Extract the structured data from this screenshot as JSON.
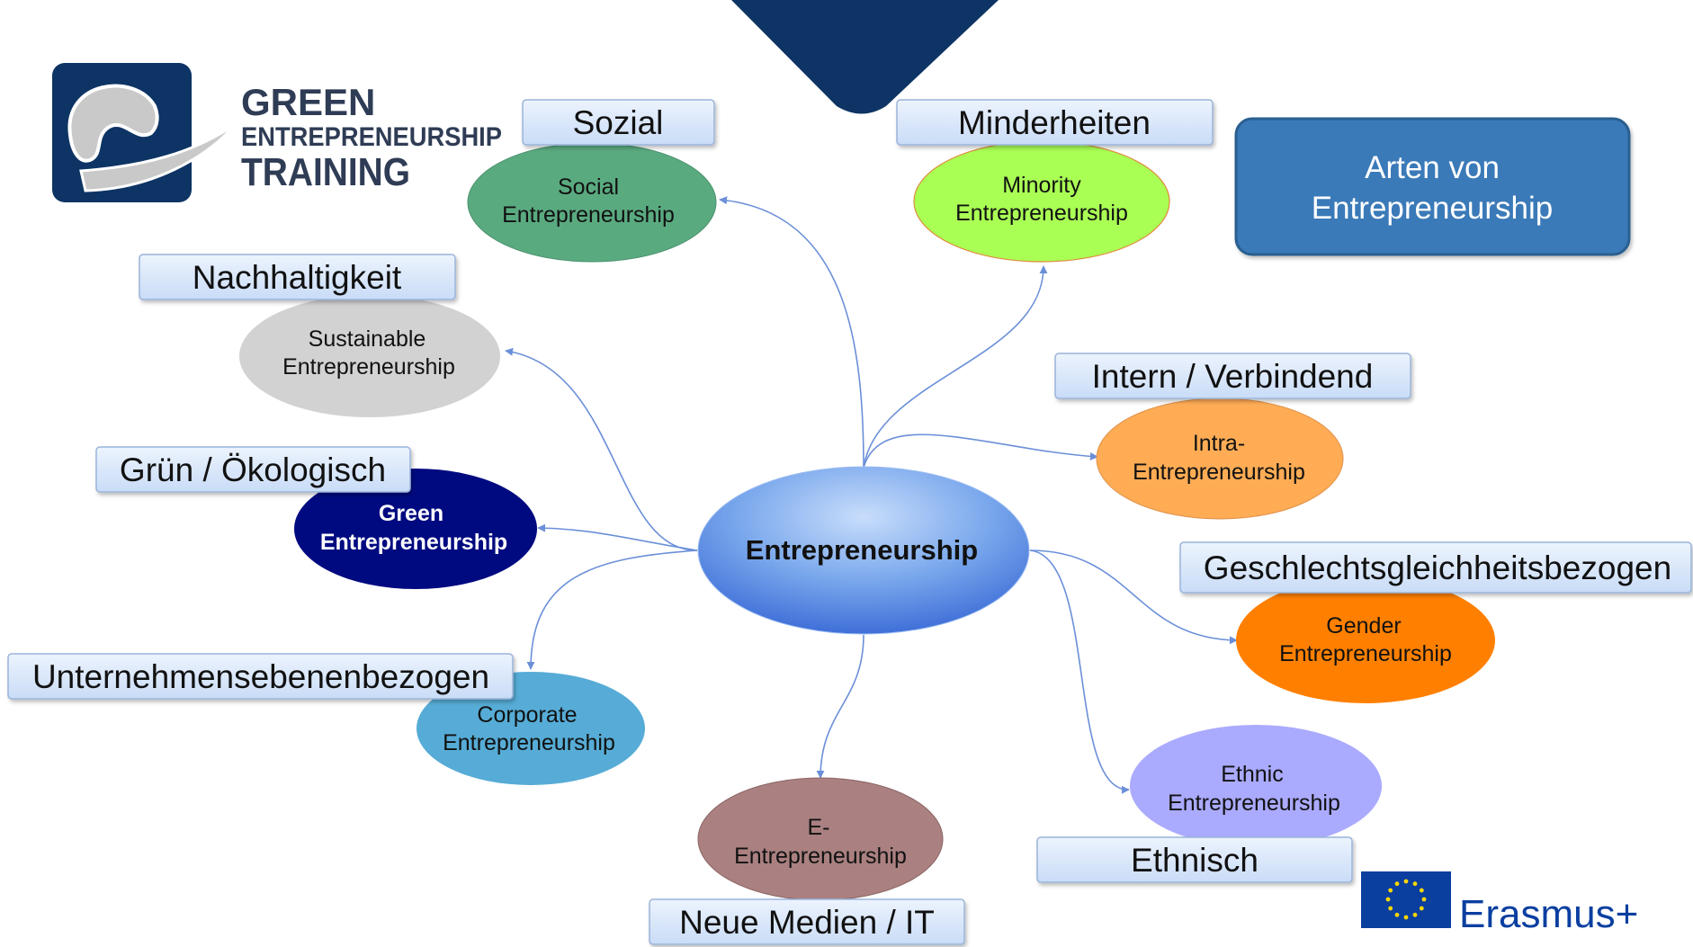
{
  "logo": {
    "line1": "GREEN",
    "line2": "ENTREPRENEURSHIP",
    "line3": "TRAINING"
  },
  "title_box": {
    "line1": "Arten von",
    "line2": "Entrepreneurship"
  },
  "center": {
    "label": "Entrepreneurship"
  },
  "nodes": {
    "social": {
      "tag": "Sozial",
      "line1": "Social",
      "line2": "Entrepreneurship",
      "color": "#5aaa80"
    },
    "minority": {
      "tag": "Minderheiten",
      "line1": "Minority",
      "line2": "Entrepreneurship",
      "color": "#aaff55"
    },
    "sustainable": {
      "tag": "Nachhaltigkeit",
      "line1": "Sustainable",
      "line2": "Entrepreneurship",
      "color": "#d2d2d2"
    },
    "intra": {
      "tag": "Intern / Verbindend",
      "line1": "Intra-",
      "line2": "Entrepreneurship",
      "color": "#ffac55"
    },
    "green": {
      "tag": "Grün / Ökologisch",
      "line1": "Green",
      "line2": "Entrepreneurship",
      "color": "#000a80"
    },
    "gender": {
      "tag": "Geschlechtsgleichheitsbezogen",
      "line1": "Gender",
      "line2": "Entrepreneurship",
      "color": "#ff8000"
    },
    "corporate": {
      "tag": "Unternehmensebenenbezogen",
      "line1": "Corporate",
      "line2": "Entrepreneurship",
      "color": "#56acd6"
    },
    "ethnic": {
      "tag": "Ethnisch",
      "line1": "Ethnic",
      "line2": "Entrepreneurship",
      "color": "#aaaaff"
    },
    "e": {
      "tag": "Neue Medien / IT",
      "line1": "E-",
      "line2": "Entrepreneurship",
      "color": "#aa8080"
    }
  },
  "erasmus": {
    "label": "Erasmus+"
  },
  "colors": {
    "arrow": "#6b8fd8",
    "title_box": "#3a7ab8",
    "tag_fill": "#dbe8fb",
    "navy": "#0d3464"
  }
}
